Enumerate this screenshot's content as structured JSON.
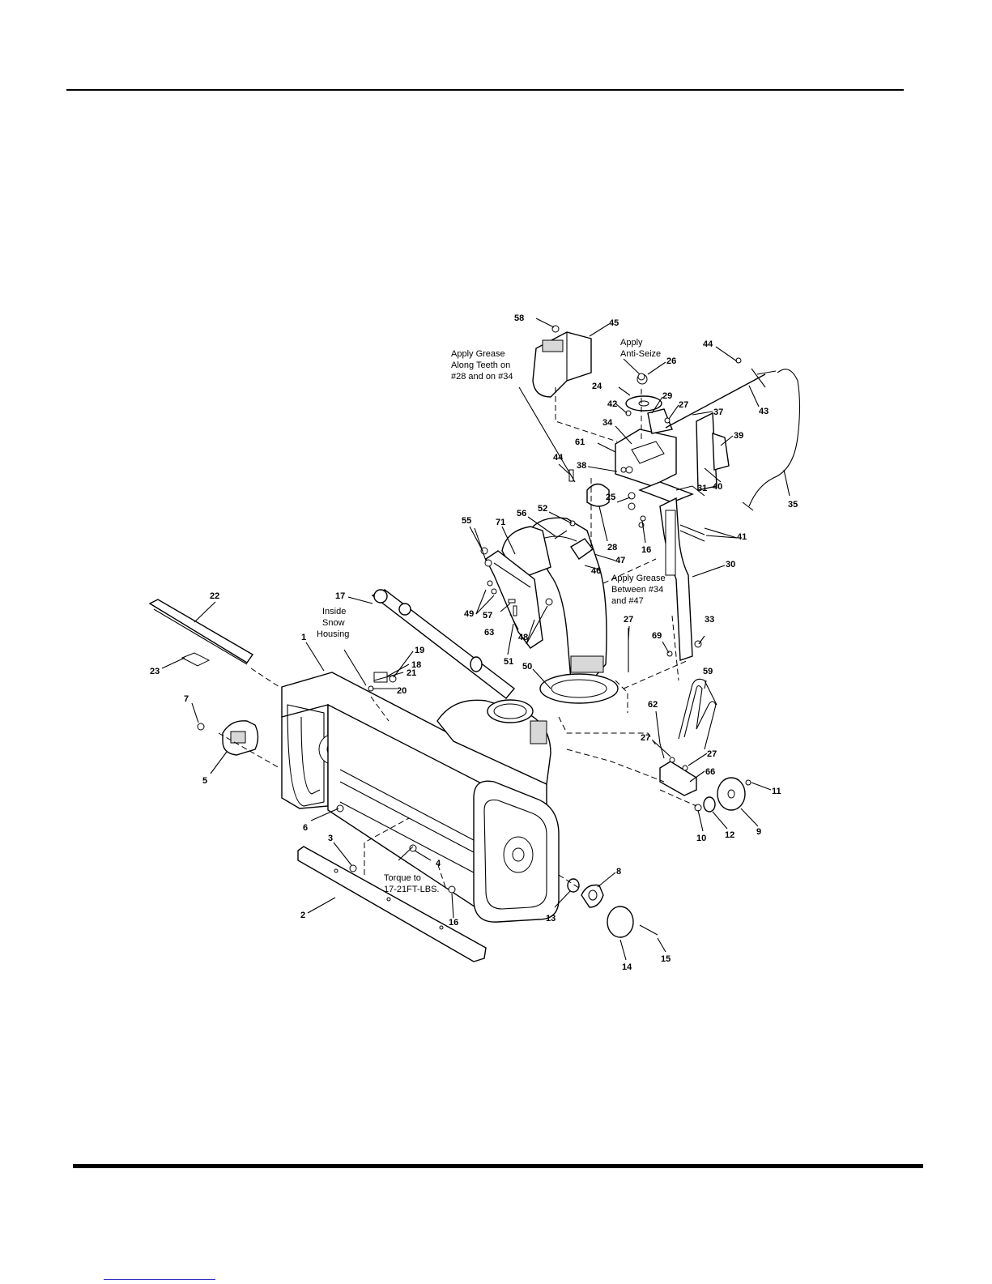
{
  "diagram": {
    "parts": [
      {
        "id": "58",
        "label": "58"
      },
      {
        "id": "45",
        "label": "45"
      },
      {
        "id": "26",
        "label": "26"
      },
      {
        "id": "44a",
        "label": "44"
      },
      {
        "id": "24",
        "label": "24"
      },
      {
        "id": "29",
        "label": "29"
      },
      {
        "id": "27a",
        "label": "27"
      },
      {
        "id": "42",
        "label": "42"
      },
      {
        "id": "37",
        "label": "37"
      },
      {
        "id": "43",
        "label": "43"
      },
      {
        "id": "34",
        "label": "34"
      },
      {
        "id": "61",
        "label": "61"
      },
      {
        "id": "39",
        "label": "39"
      },
      {
        "id": "38",
        "label": "38"
      },
      {
        "id": "44b",
        "label": "44"
      },
      {
        "id": "40",
        "label": "40"
      },
      {
        "id": "35",
        "label": "35"
      },
      {
        "id": "31",
        "label": "31"
      },
      {
        "id": "25",
        "label": "25"
      },
      {
        "id": "52",
        "label": "52"
      },
      {
        "id": "56",
        "label": "56"
      },
      {
        "id": "55",
        "label": "55"
      },
      {
        "id": "71",
        "label": "71"
      },
      {
        "id": "41",
        "label": "41"
      },
      {
        "id": "16a",
        "label": "16"
      },
      {
        "id": "28",
        "label": "28"
      },
      {
        "id": "47",
        "label": "47"
      },
      {
        "id": "46",
        "label": "46"
      },
      {
        "id": "30",
        "label": "30"
      },
      {
        "id": "22",
        "label": "22"
      },
      {
        "id": "17",
        "label": "17"
      },
      {
        "id": "49",
        "label": "49"
      },
      {
        "id": "57",
        "label": "57"
      },
      {
        "id": "27b",
        "label": "27"
      },
      {
        "id": "33",
        "label": "33"
      },
      {
        "id": "63",
        "label": "63"
      },
      {
        "id": "48",
        "label": "48"
      },
      {
        "id": "1",
        "label": "1"
      },
      {
        "id": "19",
        "label": "19"
      },
      {
        "id": "18",
        "label": "18"
      },
      {
        "id": "69",
        "label": "69"
      },
      {
        "id": "51",
        "label": "51"
      },
      {
        "id": "23",
        "label": "23"
      },
      {
        "id": "21",
        "label": "21"
      },
      {
        "id": "20",
        "label": "20"
      },
      {
        "id": "50",
        "label": "50"
      },
      {
        "id": "59",
        "label": "59"
      },
      {
        "id": "7",
        "label": "7"
      },
      {
        "id": "62",
        "label": "62"
      },
      {
        "id": "27c",
        "label": "27"
      },
      {
        "id": "27d",
        "label": "27"
      },
      {
        "id": "66",
        "label": "66"
      },
      {
        "id": "5",
        "label": "5"
      },
      {
        "id": "11",
        "label": "11"
      },
      {
        "id": "6",
        "label": "6"
      },
      {
        "id": "10",
        "label": "10"
      },
      {
        "id": "12",
        "label": "12"
      },
      {
        "id": "9",
        "label": "9"
      },
      {
        "id": "3a",
        "label": "3"
      },
      {
        "id": "4",
        "label": "4"
      },
      {
        "id": "8",
        "label": "8"
      },
      {
        "id": "13",
        "label": "13"
      },
      {
        "id": "2",
        "label": "2"
      },
      {
        "id": "16b",
        "label": "16"
      },
      {
        "id": "14",
        "label": "14"
      },
      {
        "id": "15",
        "label": "15"
      }
    ],
    "notes": {
      "grease_teeth": [
        "Apply Grease",
        "Along Teeth on",
        "#28 and on #34"
      ],
      "anti_seize": [
        "Apply",
        "Anti-Seize"
      ],
      "grease_between": [
        "Apply Grease",
        "Between #34",
        "and #47"
      ],
      "inside_housing": [
        "Inside",
        "Snow",
        "Housing"
      ],
      "torque": [
        "Torque to",
        "17-21FT-LBS."
      ]
    }
  }
}
